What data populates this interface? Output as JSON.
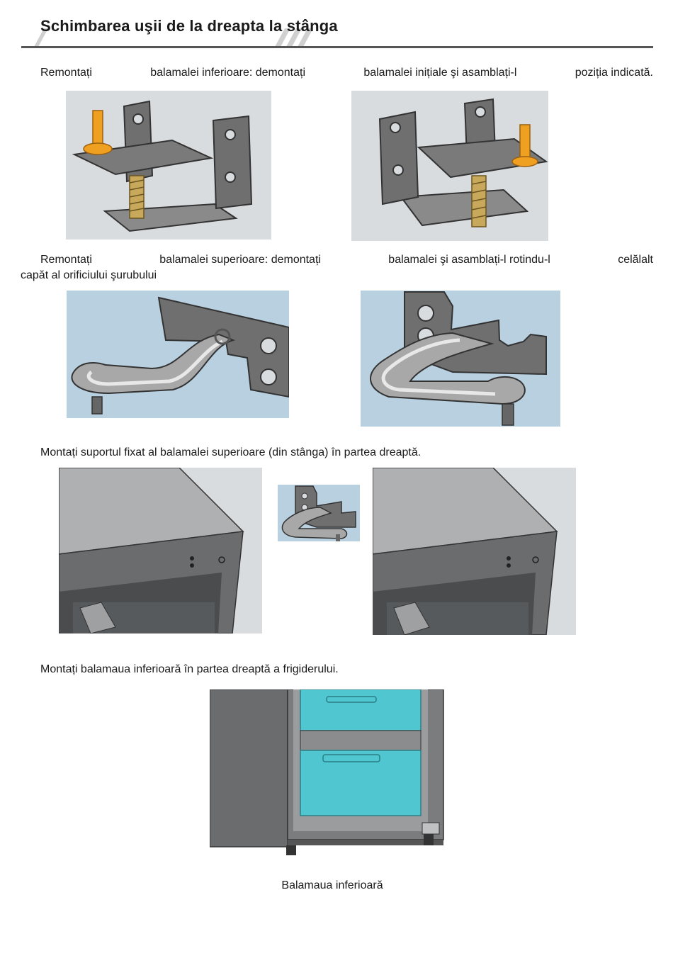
{
  "header": {
    "title": "Schimbarea uşii de la dreapta la stânga"
  },
  "steps": [
    {
      "segments": [
        "Remontați",
        "balamalei inferioare: demontați",
        "balamalei inițiale şi asamblați-l",
        "poziția indicată."
      ]
    },
    {
      "segments": [
        "Remontați",
        "balamalei superioare: demontați",
        "balamalei şi asamblați-l rotindu-l",
        "celălalt"
      ],
      "continuation": "capăt al orificiului şurubului"
    },
    {
      "text": "Montați suportul fixat al balamalei superioare (din stânga) în partea dreaptă."
    },
    {
      "text": "Montați balamaua inferioară în partea dreaptă a frigiderului."
    }
  ],
  "figures": {
    "caption": "Balamaua inferioară"
  },
  "colors": {
    "metal": "#6f6f6f",
    "screw": "#f0a020",
    "drawer": "#4fc6d0",
    "bg_gray": "#d9dcdf",
    "bg_blue": "#b8d0e0"
  }
}
